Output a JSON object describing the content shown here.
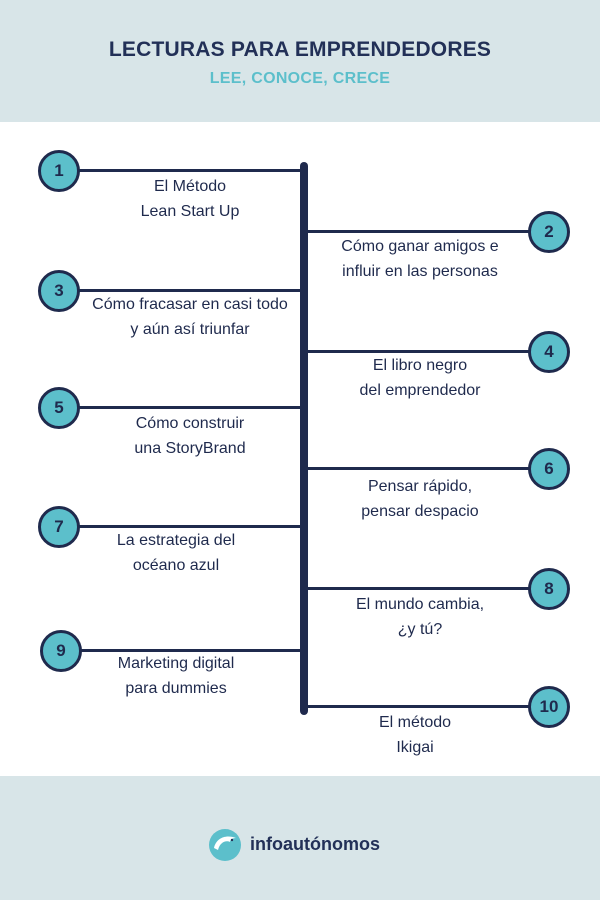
{
  "header": {
    "title": "LECTURAS PARA EMPRENDEDORES",
    "subtitle": "LEE, CONOCE, CRECE"
  },
  "books": [
    {
      "number": "1",
      "line1": "El Método",
      "line2": "Lean Start Up"
    },
    {
      "number": "2",
      "line1": "Cómo ganar amigos e",
      "line2": "influir en las personas"
    },
    {
      "number": "3",
      "line1": "Cómo fracasar en casi todo",
      "line2": "y aún así triunfar"
    },
    {
      "number": "4",
      "line1": "El libro negro",
      "line2": "del emprendedor"
    },
    {
      "number": "5",
      "line1": "Cómo construir",
      "line2": "una StoryBrand"
    },
    {
      "number": "6",
      "line1": "Pensar rápido,",
      "line2": "pensar despacio"
    },
    {
      "number": "7",
      "line1": "La estrategia del",
      "line2": "océano azul"
    },
    {
      "number": "8",
      "line1": "El mundo cambia,",
      "line2": "¿y tú?"
    },
    {
      "number": "9",
      "line1": "Marketing digital",
      "line2": "para dummies"
    },
    {
      "number": "10",
      "line1": "El método",
      "line2": "Ikigai"
    }
  ],
  "footer": {
    "brand": "infoautónomos",
    "logo_icon": "dolphin-logo-icon"
  },
  "colors": {
    "accent": "#5cbfcb",
    "navy": "#1f2a4d",
    "band": "#d8e5e8"
  }
}
